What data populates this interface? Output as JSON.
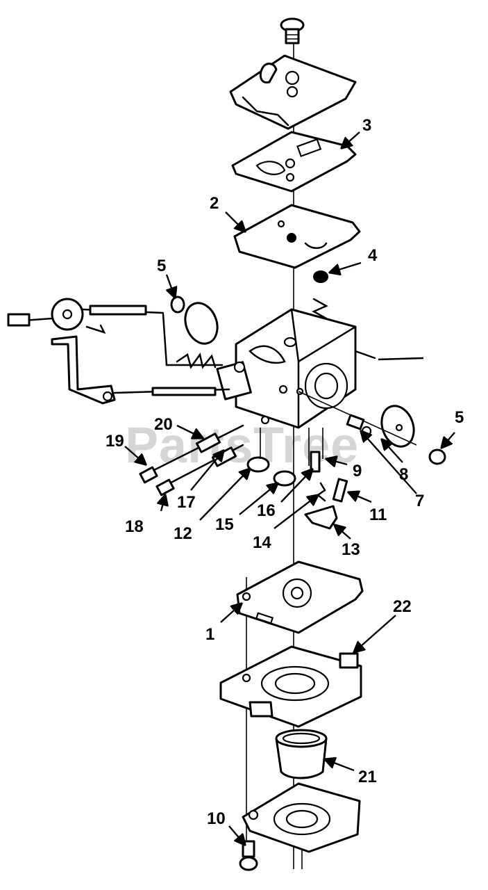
{
  "watermark": "PartsTree",
  "callouts": {
    "c1": "1",
    "c2": "2",
    "c3": "3",
    "c4": "4",
    "c5a": "5",
    "c5b": "5",
    "c7": "7",
    "c8": "8",
    "c9": "9",
    "c10": "10",
    "c11": "11",
    "c12": "12",
    "c13": "13",
    "c14": "14",
    "c15": "15",
    "c16": "16",
    "c17": "17",
    "c18": "18",
    "c19": "19",
    "c20": "20",
    "c21": "21",
    "c22": "22"
  }
}
